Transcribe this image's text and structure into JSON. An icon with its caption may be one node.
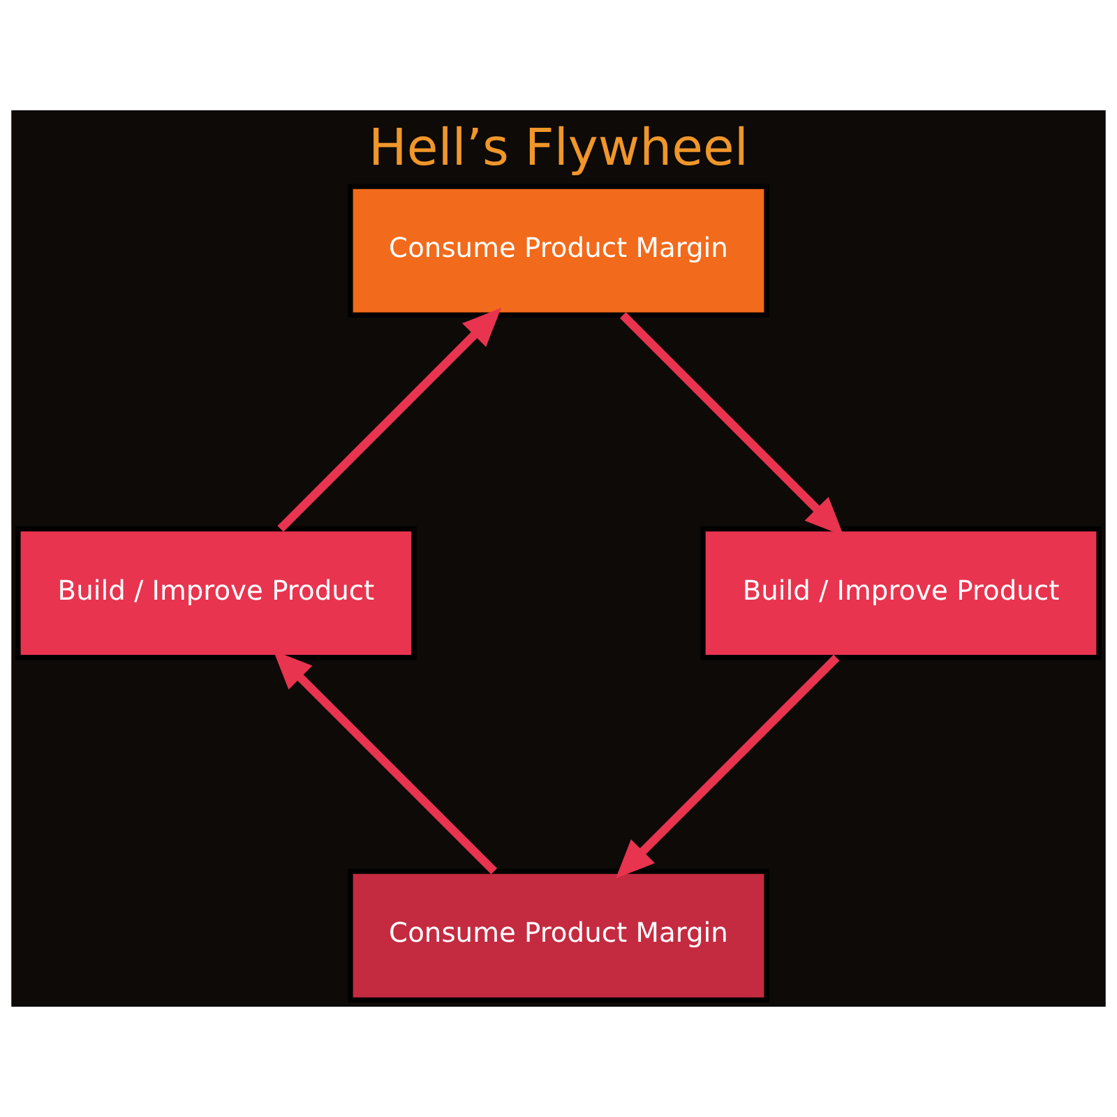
{
  "diagram": {
    "title": "Hell’s Flywheel",
    "nodes": [
      {
        "text": [
          "Consume Product Margin"
        ]
      },
      {
        "text": [
          "Build / Improve Product"
        ]
      },
      {
        "text": [
          "Consume Product Margin"
        ]
      },
      {
        "text": [
          "Build / Improve Product"
        ]
      }
    ],
    "edges": [
      {
        "from": 0,
        "to": 1,
        "arrow": "to"
      },
      {
        "from": 1,
        "to": 2,
        "arrow": "to"
      },
      {
        "from": 2,
        "to": 3,
        "arrow": "to"
      },
      {
        "from": 3,
        "to": 0,
        "arrow": "to"
      }
    ]
  }
}
